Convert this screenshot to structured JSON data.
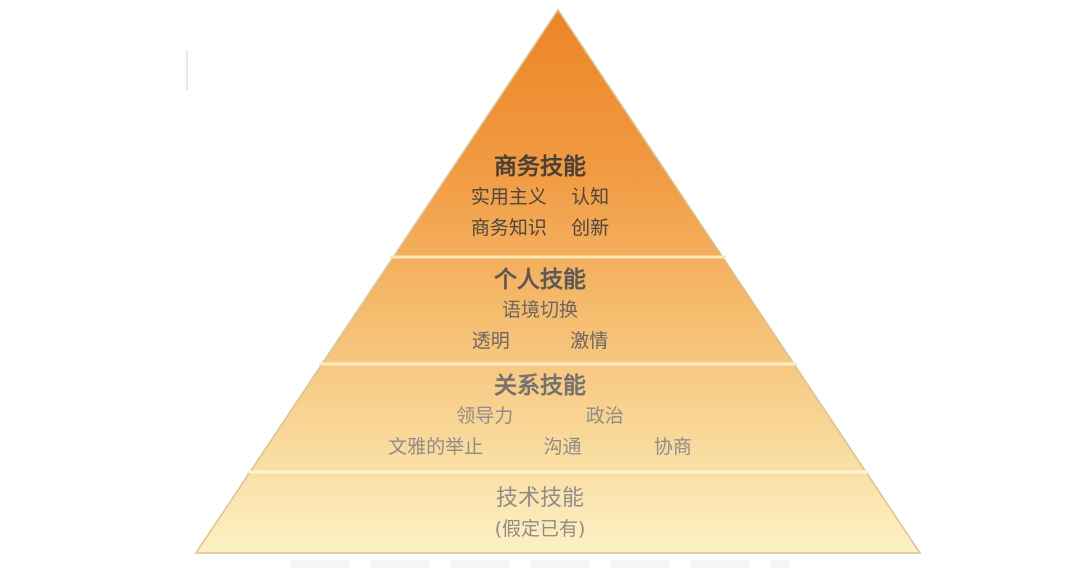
{
  "diagram": {
    "type": "pyramid",
    "colors": {
      "apex": "#ef8a2a",
      "mid": "#f4b866",
      "base": "#fdf0c0",
      "divider": "#fbe3b0",
      "outline": "#d9c48e"
    },
    "tiers": [
      {
        "level": 1,
        "title": "商务技能",
        "lines": [
          "实用主义    认知",
          "商务知识    创新"
        ]
      },
      {
        "level": 2,
        "title": "个人技能",
        "lines": [
          "语境切换",
          "透明          激情"
        ]
      },
      {
        "level": 3,
        "title": "关系技能",
        "lines": [
          "领导力            政治",
          "文雅的举止          沟通            协商"
        ]
      },
      {
        "level": 4,
        "title": "技术技能",
        "lines": [
          "(假定已有)"
        ]
      }
    ]
  }
}
